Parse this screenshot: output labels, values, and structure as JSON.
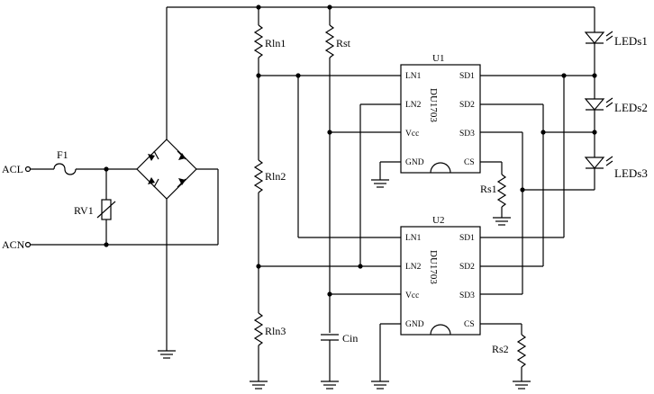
{
  "inputs": {
    "acl": "ACL",
    "acn": "ACN"
  },
  "components": {
    "fuse": "F1",
    "varistor": "RV1",
    "rln1": "Rln1",
    "rln2": "Rln2",
    "rln3": "Rln3",
    "rst": "Rst",
    "cin": "Cin",
    "rs1": "Rs1",
    "rs2": "Rs2"
  },
  "leds": [
    "LEDs1",
    "LEDs2",
    "LEDs3"
  ],
  "ics": [
    {
      "ref": "U1",
      "part": "DU1703",
      "pins_left": [
        "LN1",
        "LN2",
        "Vcc",
        "GND"
      ],
      "pins_right": [
        "SD1",
        "SD2",
        "SD3",
        "CS"
      ]
    },
    {
      "ref": "U2",
      "part": "DU1703",
      "pins_left": [
        "LN1",
        "LN2",
        "Vcc",
        "GND"
      ],
      "pins_right": [
        "SD1",
        "SD2",
        "SD3",
        "CS"
      ]
    }
  ]
}
